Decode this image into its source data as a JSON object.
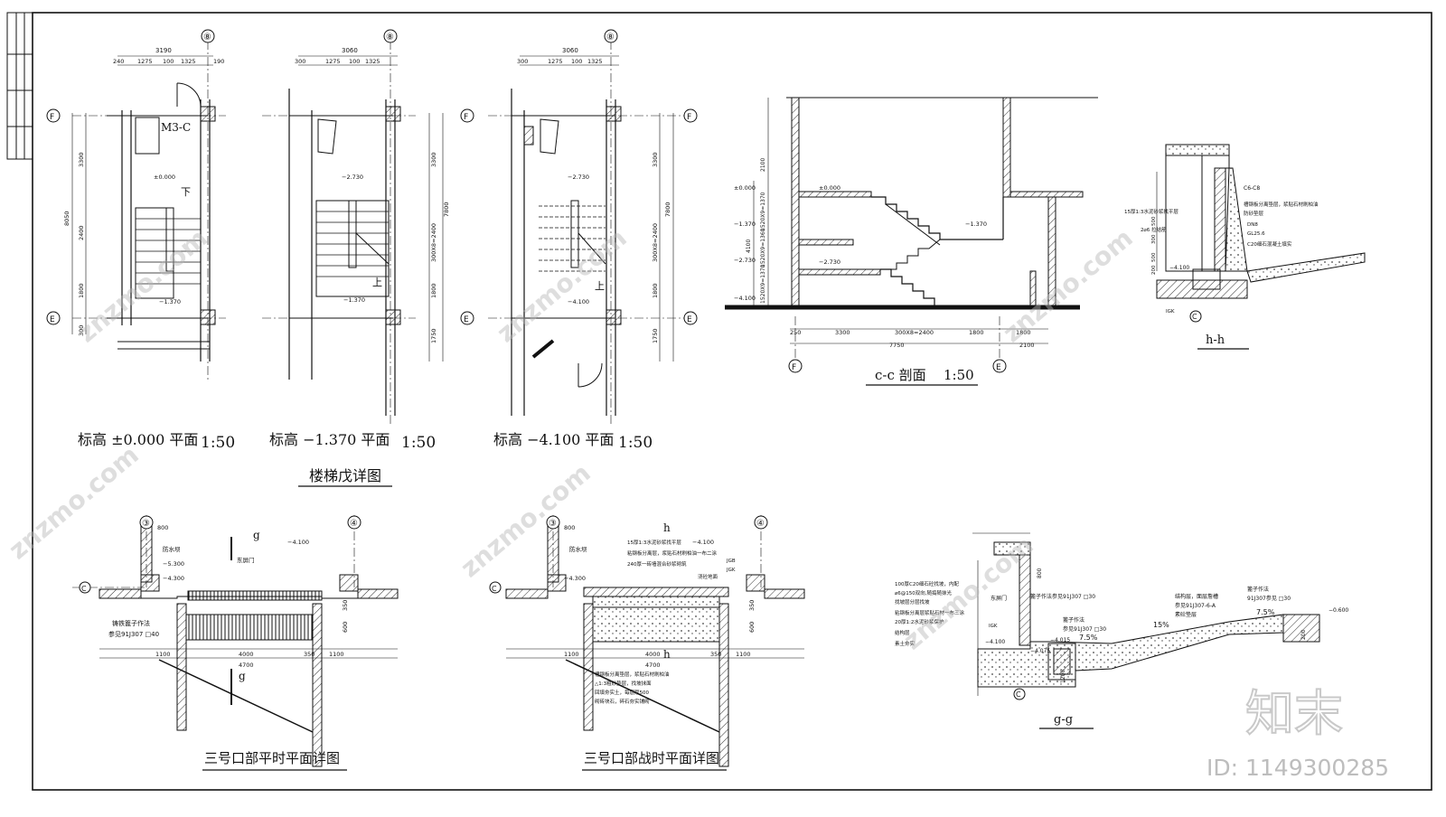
{
  "brand": {
    "logo_text": "知末",
    "id_text": "ID: 1149300285",
    "watermark": "znzmo.com"
  },
  "plans": [
    {
      "level_label": "标高 ±0.000 平面",
      "scale": "1:50",
      "top_dim": "3190",
      "sub_dims": [
        "240",
        "1275",
        "100",
        "1325",
        "190"
      ],
      "side_dims": [
        "3300",
        "2400",
        "1800",
        "300"
      ],
      "total": "8050",
      "elev1": "±0.000",
      "elev2": "−1.370",
      "door": "M3-C"
    },
    {
      "level_label": "标高 −1.370 平面",
      "scale": "1:50",
      "top_dim": "3060",
      "sub_dims": [
        "300",
        "1275",
        "100",
        "1325"
      ],
      "side_dims": [
        "3300",
        "300X8=2400",
        "1800",
        "1750"
      ],
      "total": "7800",
      "elev1": "−2.730",
      "elev2": "−1.370"
    },
    {
      "level_label": "标高 −4.100 平面",
      "scale": "1:50",
      "top_dim": "3060",
      "sub_dims": [
        "300",
        "1275",
        "100",
        "1325"
      ],
      "side_dims": [
        "3300",
        "300X8=2400",
        "1800",
        "1750"
      ],
      "total": "7800",
      "elev1": "−2.730",
      "elev2": "−4.100"
    }
  ],
  "grid_labels": {
    "f": "F",
    "e": "E",
    "b8": "⑧",
    "c": "C",
    "g3": "③",
    "g4": "④"
  },
  "stair_title": "楼梯戊详图",
  "stair_arrows": {
    "down": "下",
    "up": "上"
  },
  "section_cc": {
    "title": "c-c 剖面",
    "scale": "1:50",
    "elevs": [
      "±0.000",
      "−1.370",
      "−2.730",
      "−4.100",
      "±0.000",
      "−1.370",
      "−2.730"
    ],
    "left_dims": [
      "2100",
      "1520X9=1370",
      "4100",
      "1520X9=1360",
      "1520X9=1370"
    ],
    "bottom_dims": [
      "250",
      "3300",
      "300X8=2400",
      "1800",
      "1800"
    ],
    "total_dims": [
      "7750",
      "2100"
    ]
  },
  "section_hh": {
    "title": "h-h",
    "notes": [
      "C6-C8",
      "槽钢板分离垫层，浆贴石材刷柏油",
      "15厚1:3水泥砂浆找平层",
      "防砂垫层",
      "2⌀6 拉结筋",
      "DN8",
      "GL25.6",
      "C20细石混凝土填实"
    ],
    "dims": [
      "500",
      "300",
      "500",
      "200"
    ],
    "elev": "−4.100",
    "label": "IGK"
  },
  "plan_peace": {
    "title": "三号口部平时平面详图",
    "labels": [
      "防水坝",
      "−5.300",
      "东屏门",
      "−4.100",
      "−4.300",
      "铸铁篦子作法",
      "参见91J307 □40"
    ],
    "dims": [
      "800",
      "1100",
      "4000",
      "350",
      "1100",
      "4700",
      "600",
      "350"
    ],
    "section_marks": [
      "g",
      "g"
    ]
  },
  "plan_war": {
    "title": "三号口部战时平面详图",
    "labels": [
      "防水坝",
      "−4.100",
      "−4.300",
      "15厚1:3水泥砂浆找平层",
      "粘钢板分离层，浆贴石材刷柏油一布二涂",
      "240厚一砖墙混合砂浆砌筑",
      "浇砼地面",
      "JGB",
      "JGK"
    ],
    "notes": [
      "槽钢板分离垫层，浆贴石材刷柏油",
      "△1:3粗砂垫层，找坡抹面",
      "回填夯实土，每层厚500",
      "砌砖块石，碎石夯实铺砌"
    ],
    "dims": [
      "800",
      "1100",
      "4000",
      "350",
      "1100",
      "4700",
      "600",
      "350"
    ],
    "section_marks": [
      "h",
      "h"
    ]
  },
  "section_gg": {
    "title": "g-g",
    "notes": [
      "100厚C20细石砼找坡，内配",
      "⌀6@150双向,随捣随抹光",
      "找坡层分层找坡",
      "粘钢板分离层浆贴石材一布三涂",
      "20厚1:2水泥砂浆保护",
      "结构层",
      "素土夯实"
    ],
    "callouts": [
      "东屏门",
      "篦子作法参见91J307 □30",
      "篦子作法",
      "参见91J307 □30",
      "结构层，面层詹槽",
      "参见91J307-6-A",
      "素砼垫层",
      "篦子作法",
      "91J307参见 □30"
    ],
    "slopes": [
      "7.5%",
      "15%",
      "7.5%"
    ],
    "elevs": [
      "−4.100",
      "−4.075",
      "−4.015",
      "−0.600"
    ],
    "dims": [
      "1200",
      "200",
      "800"
    ],
    "label": "IGK"
  }
}
